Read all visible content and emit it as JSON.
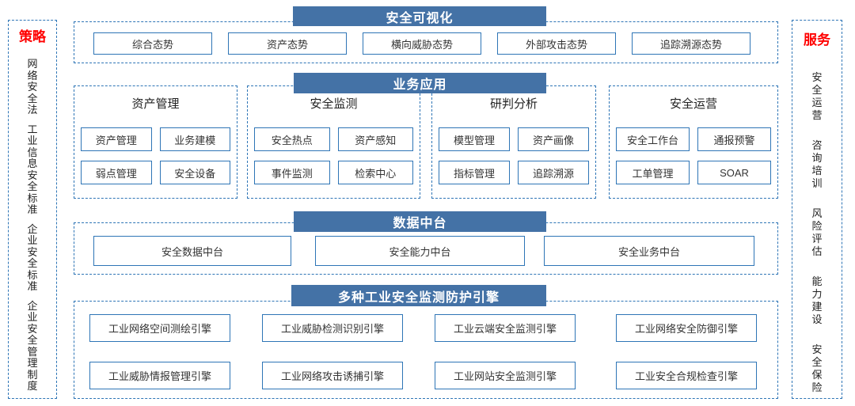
{
  "colors": {
    "accent": "#4472A6",
    "border_blue": "#2E75B6",
    "label_red": "#FF0000",
    "text": "#333333"
  },
  "left_panel": {
    "title": "策略",
    "items": [
      "网络安全法",
      "工业信息安全标准",
      "企业安全标准",
      "企业安全管理制度"
    ]
  },
  "right_panel": {
    "title": "服务",
    "items": [
      "安全运营",
      "咨询培训",
      "风险评估",
      "能力建设",
      "安全保险"
    ]
  },
  "visualization": {
    "header": "安全可视化",
    "items": [
      "综合态势",
      "资产态势",
      "横向威胁态势",
      "外部攻击态势",
      "追踪溯源态势"
    ]
  },
  "business": {
    "header": "业务应用",
    "groups": [
      {
        "title": "资产管理",
        "items": [
          "资产管理",
          "业务建模",
          "弱点管理",
          "安全设备"
        ]
      },
      {
        "title": "安全监测",
        "items": [
          "安全热点",
          "资产感知",
          "事件监测",
          "检索中心"
        ]
      },
      {
        "title": "研判分析",
        "items": [
          "模型管理",
          "资产画像",
          "指标管理",
          "追踪溯源"
        ]
      },
      {
        "title": "安全运营",
        "items": [
          "安全工作台",
          "通报预警",
          "工单管理",
          "SOAR"
        ]
      }
    ]
  },
  "data_platform": {
    "header": "数据中台",
    "items": [
      "安全数据中台",
      "安全能力中台",
      "安全业务中台"
    ]
  },
  "engines": {
    "header": "多种工业安全监测防护引擎",
    "items": [
      "工业网络空间测绘引擎",
      "工业威胁检测识别引擎",
      "工业云端安全监测引擎",
      "工业网络安全防御引擎",
      "工业威胁情报管理引擎",
      "工业网络攻击诱捕引擎",
      "工业网站安全监测引擎",
      "工业安全合规检查引擎"
    ]
  }
}
